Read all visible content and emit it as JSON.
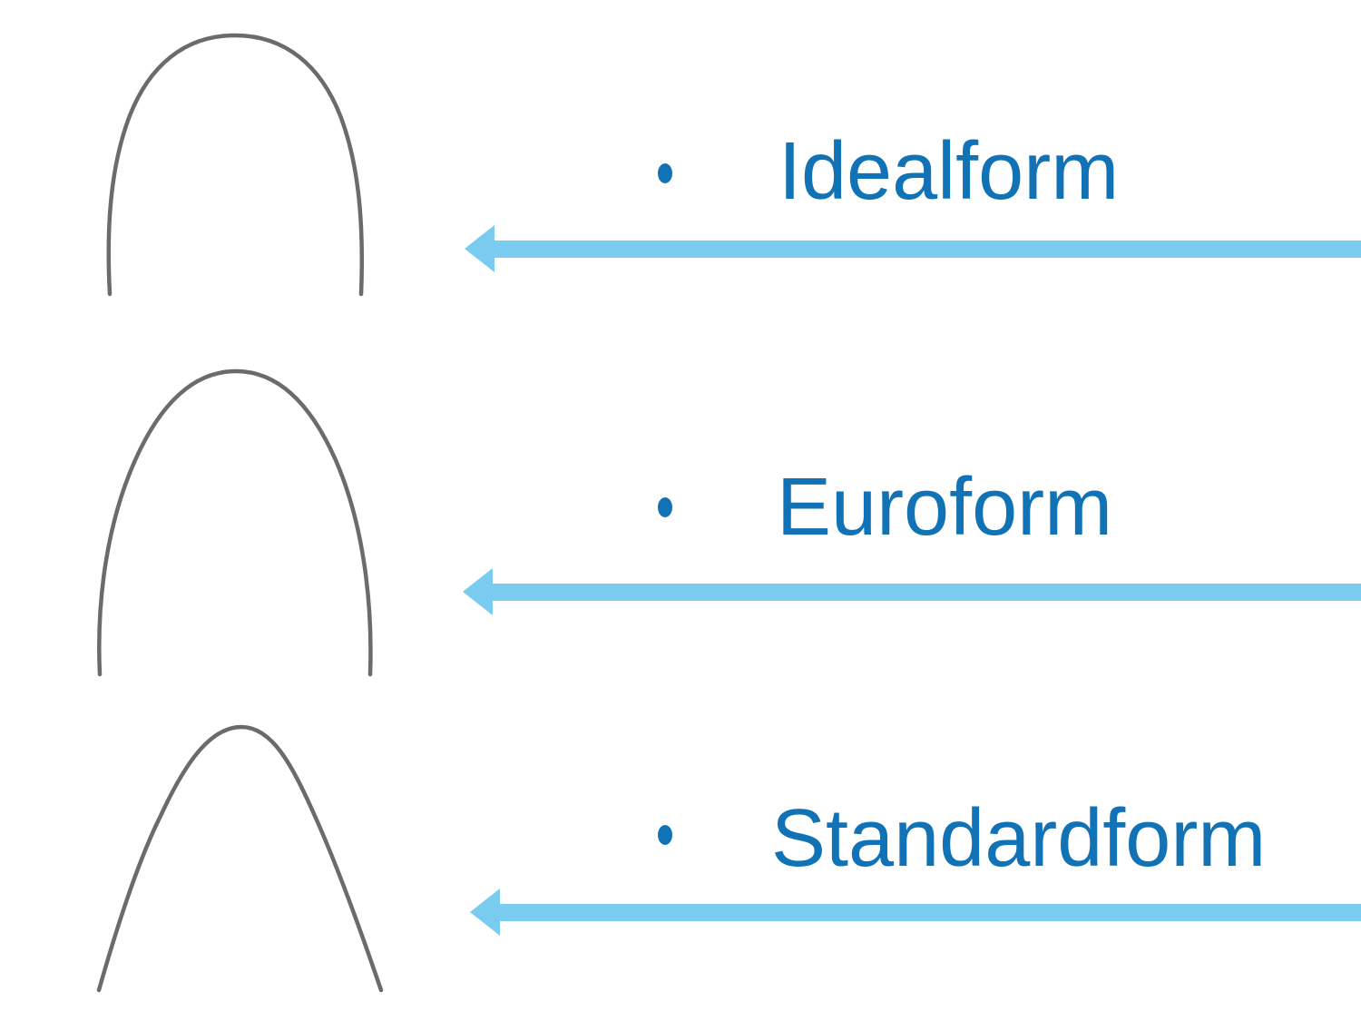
{
  "slide": {
    "items": [
      {
        "label": "Idealform",
        "bullet_icon": "bullet-dot-icon",
        "arrow_icon": "arrow-left-icon",
        "wire_icon": "archwire-ideal-shape"
      },
      {
        "label": "Euroform",
        "bullet_icon": "bullet-dot-icon",
        "arrow_icon": "arrow-left-icon",
        "wire_icon": "archwire-euro-shape"
      },
      {
        "label": "Standardform",
        "bullet_icon": "bullet-dot-icon",
        "arrow_icon": "arrow-left-icon",
        "wire_icon": "archwire-standard-shape"
      }
    ],
    "colors": {
      "label_text": "#1173b5",
      "bullet": "#1173b5",
      "arrow": "#79ccf0",
      "wire": "#696c6f",
      "background": "#ffffff"
    }
  }
}
